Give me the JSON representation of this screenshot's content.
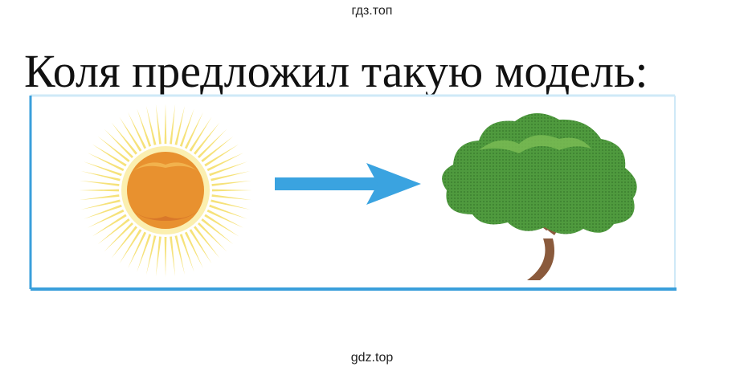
{
  "watermark_top": "гдз.топ",
  "heading": "Коля предложил такую модель:",
  "illustration": {
    "items": [
      "sun-icon",
      "arrow-right-icon",
      "tree-icon"
    ],
    "colors": {
      "frame_border": "#3a9fdb",
      "sun_rays": "#f6e27a",
      "sun_core": "#e8912f",
      "arrow": "#3aa3e0",
      "tree_foliage": "#4f9a3e",
      "tree_trunk": "#8a5a3c"
    }
  },
  "watermark_bottom": "gdz.top"
}
